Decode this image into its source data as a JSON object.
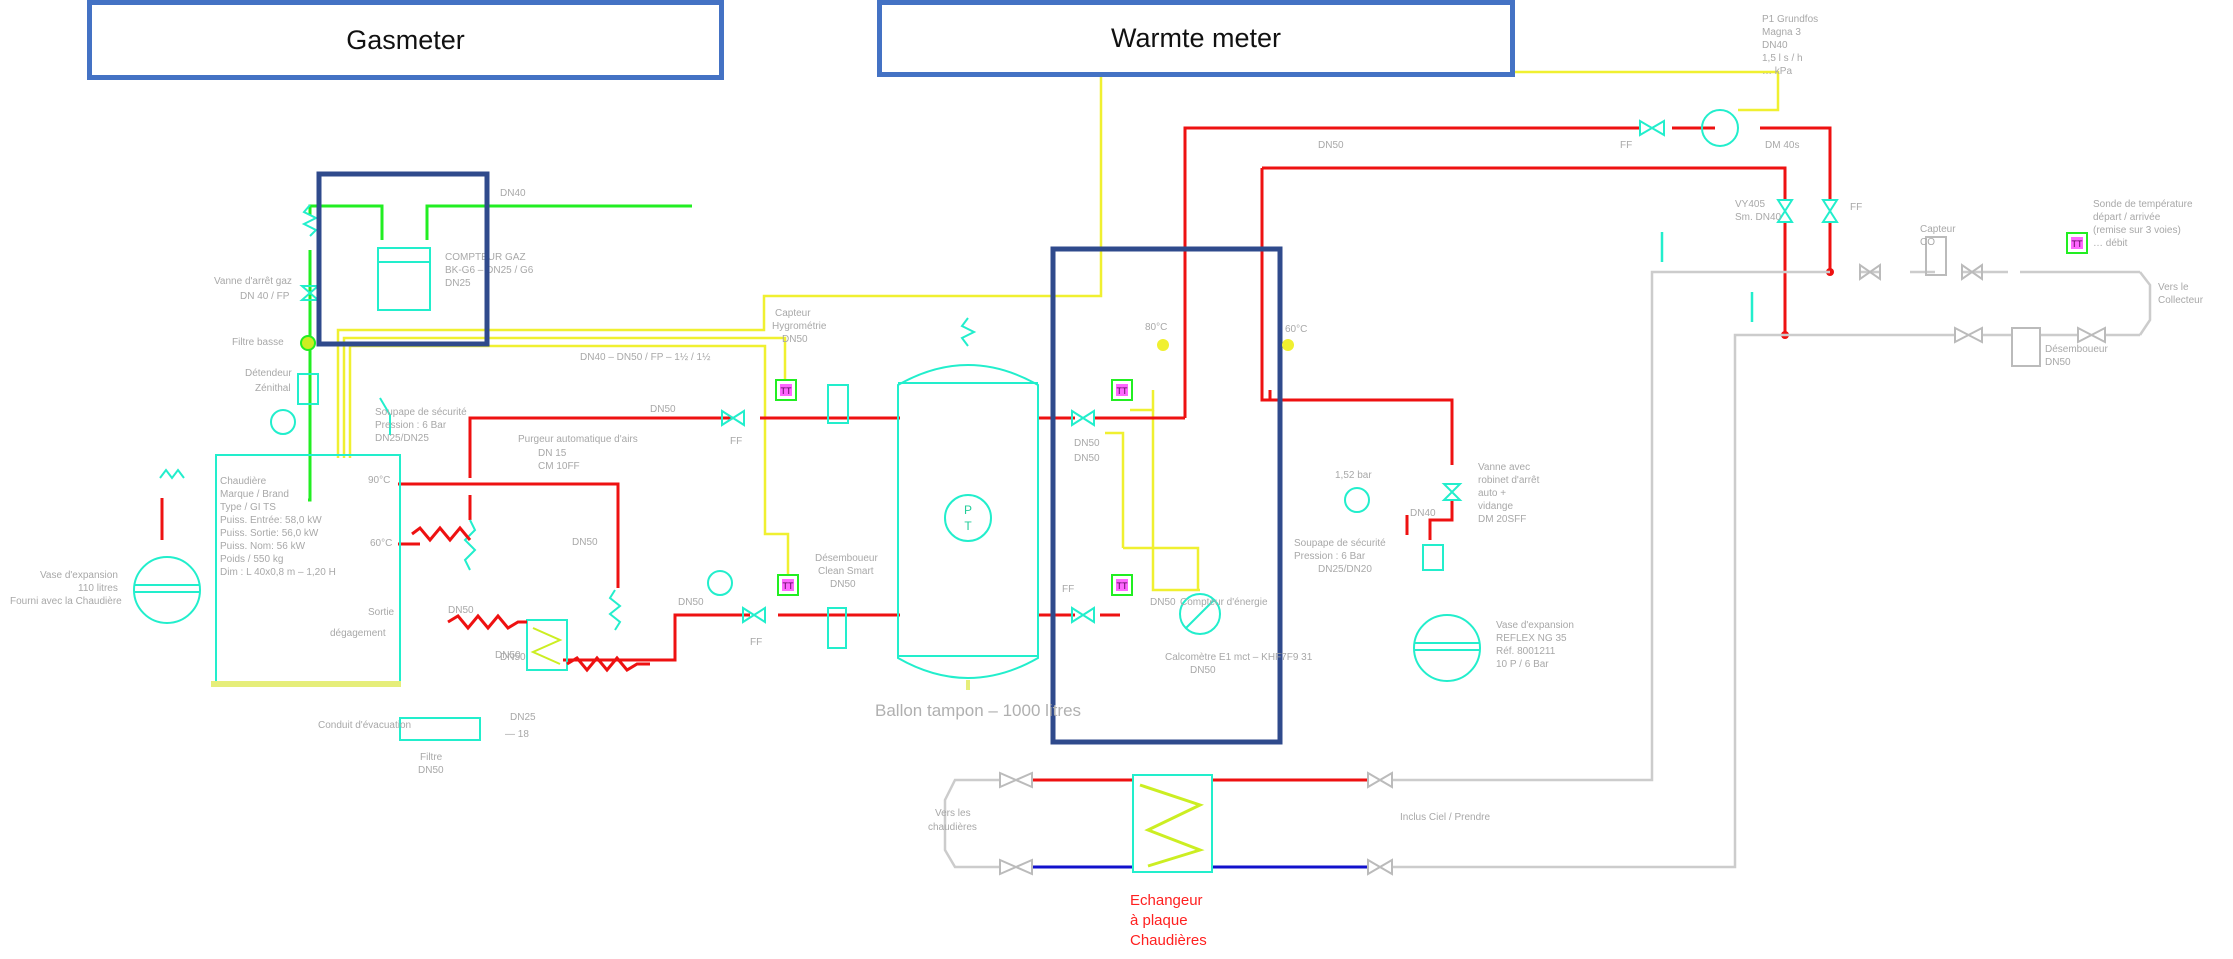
{
  "callouts": {
    "gasmeter": "Gasmeter",
    "heat_meter": "Warmte meter"
  },
  "schematic": {
    "buffer_tank_caption": "Ballon tampon – 1000 litres",
    "heat_exchanger_caption": [
      "Echangeur",
      "à plaque",
      "Chaudières"
    ],
    "buffer_tank_symbol": [
      "P",
      "T"
    ],
    "temperature_probe_symbol": "TT"
  },
  "colors": {
    "callout_border": "#4472c4",
    "highlight_border": "#2f4a8c",
    "gas_line": "#22ee22",
    "hot_water": "#ee1111",
    "cold_water": "#1111cc",
    "signal_line": "#f0f030",
    "equipment": "#22eecc",
    "inactive_line": "#cccccc",
    "sensor_fill": "#ff66ff",
    "annotation_red": "#ff2020"
  }
}
